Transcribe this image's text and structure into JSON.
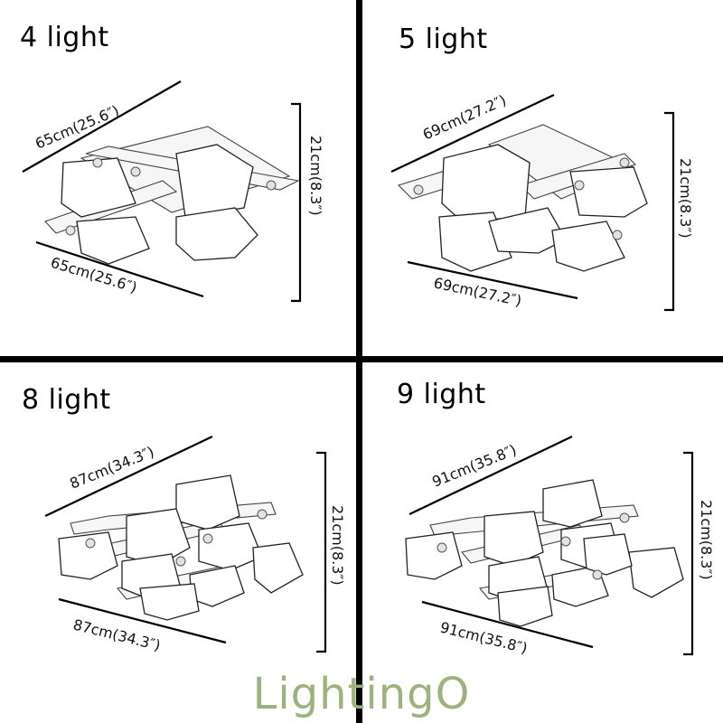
{
  "panels": [
    {
      "title": "4 light",
      "width_label": "65cm(25.6″)",
      "depth_label": "65cm(25.6″)",
      "height_label": "21cm(8.3″)"
    },
    {
      "title": "5 light",
      "width_label": "69cm(27.2″)",
      "depth_label": "69cm(27.2″)",
      "height_label": "21cm(8.3″)"
    },
    {
      "title": "8 light",
      "width_label": "87cm(34.3″)",
      "depth_label": "87cm(34.3″)",
      "height_label": "21cm(8.3″)"
    },
    {
      "title": "9 light",
      "width_label": "91cm(35.8″)",
      "depth_label": "91cm(35.8″)",
      "height_label": "21cm(8.3″)"
    }
  ],
  "logo": {
    "text": "LightingO"
  },
  "colors": {
    "divider": "#000000",
    "logo": "#9eb27e"
  }
}
